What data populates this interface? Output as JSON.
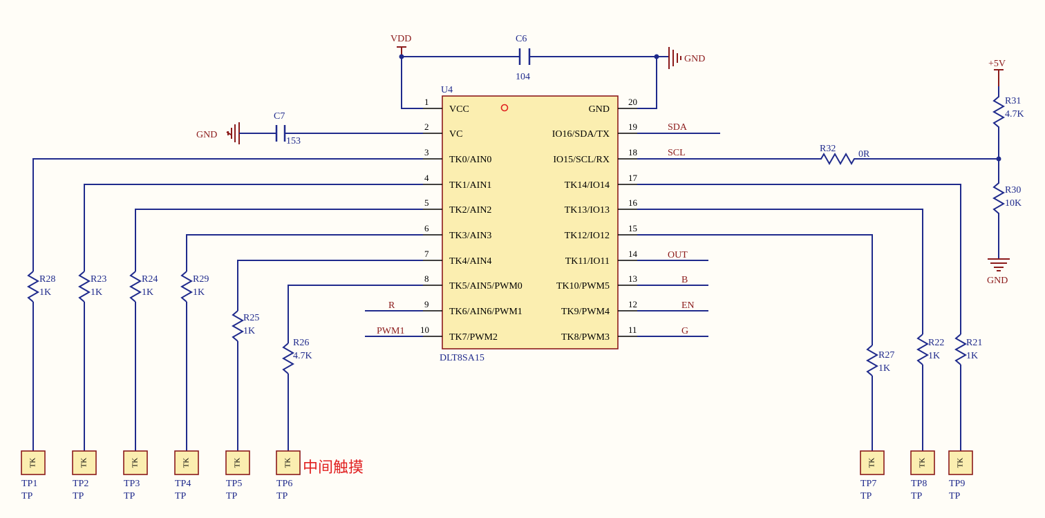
{
  "chip": {
    "designator": "U4",
    "part": "DLT8SA15",
    "left_pins": [
      {
        "num": "1",
        "name": "VCC"
      },
      {
        "num": "2",
        "name": "VC"
      },
      {
        "num": "3",
        "name": "TK0/AIN0"
      },
      {
        "num": "4",
        "name": "TK1/AIN1"
      },
      {
        "num": "5",
        "name": "TK2/AIN2"
      },
      {
        "num": "6",
        "name": "TK3/AIN3"
      },
      {
        "num": "7",
        "name": "TK4/AIN4"
      },
      {
        "num": "8",
        "name": "TK5/AIN5/PWM0"
      },
      {
        "num": "9",
        "name": "TK6/AIN6/PWM1"
      },
      {
        "num": "10",
        "name": "TK7/PWM2"
      }
    ],
    "right_pins": [
      {
        "num": "20",
        "name": "GND"
      },
      {
        "num": "19",
        "name": "IO16/SDA/TX"
      },
      {
        "num": "18",
        "name": "IO15/SCL/RX"
      },
      {
        "num": "17",
        "name": "TK14/IO14"
      },
      {
        "num": "16",
        "name": "TK13/IO13"
      },
      {
        "num": "15",
        "name": "TK12/IO12"
      },
      {
        "num": "14",
        "name": "TK11/IO11"
      },
      {
        "num": "13",
        "name": "TK10/PWM5"
      },
      {
        "num": "12",
        "name": "TK9/PWM4"
      },
      {
        "num": "11",
        "name": "TK8/PWM3"
      }
    ]
  },
  "nets": {
    "vdd": "VDD",
    "gnd_top": "GND",
    "gnd_left": "GND",
    "plus5v": "+5V",
    "gnd_right": "GND",
    "sda": "SDA",
    "scl": "SCL",
    "out": "OUT",
    "b": "B",
    "en": "EN",
    "g": "G",
    "r": "R",
    "pwm1": "PWM1"
  },
  "capacitors": [
    {
      "ref": "C6",
      "value": "104"
    },
    {
      "ref": "C7",
      "value": "153"
    }
  ],
  "resistors": {
    "R31": {
      "ref": "R31",
      "value": "4.7K"
    },
    "R30": {
      "ref": "R30",
      "value": "10K"
    },
    "R32": {
      "ref": "R32",
      "value": "0R"
    },
    "R28": {
      "ref": "R28",
      "value": "1K"
    },
    "R23": {
      "ref": "R23",
      "value": "1K"
    },
    "R24": {
      "ref": "R24",
      "value": "1K"
    },
    "R29": {
      "ref": "R29",
      "value": "1K"
    },
    "R25": {
      "ref": "R25",
      "value": "1K"
    },
    "R26": {
      "ref": "R26",
      "value": "4.7K"
    },
    "R27": {
      "ref": "R27",
      "value": "1K"
    },
    "R22": {
      "ref": "R22",
      "value": "1K"
    },
    "R21": {
      "ref": "R21",
      "value": "1K"
    }
  },
  "testpoints": [
    {
      "ref": "TP1",
      "type": "TP",
      "label": "TK"
    },
    {
      "ref": "TP2",
      "type": "TP",
      "label": "TK"
    },
    {
      "ref": "TP3",
      "type": "TP",
      "label": "TK"
    },
    {
      "ref": "TP4",
      "type": "TP",
      "label": "TK"
    },
    {
      "ref": "TP5",
      "type": "TP",
      "label": "TK"
    },
    {
      "ref": "TP6",
      "type": "TP",
      "label": "TK"
    },
    {
      "ref": "TP7",
      "type": "TP",
      "label": "TK"
    },
    {
      "ref": "TP8",
      "type": "TP",
      "label": "TK"
    },
    {
      "ref": "TP9",
      "type": "TP",
      "label": "TK"
    }
  ],
  "annotation": "中间触摸",
  "colors": {
    "wire": "#1f2a8c",
    "power": "#8b1a1a",
    "chip_fill": "#fbeeb0",
    "chip_border": "#8b1a1a",
    "annotation": "#e02020"
  }
}
